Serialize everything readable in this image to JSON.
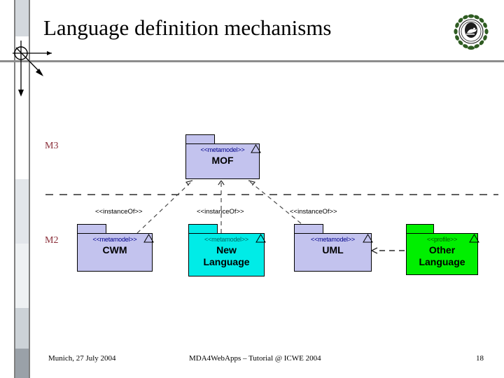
{
  "slide": {
    "title": "Language definition mechanisms",
    "logo_alt": "university-seal"
  },
  "levels": [
    {
      "id": "m3",
      "label": "M3"
    },
    {
      "id": "m2",
      "label": "M2"
    }
  ],
  "packages": [
    {
      "id": "mof",
      "stereotype": "<<metamodel>>",
      "name": "MOF",
      "color": "#c3c3ee",
      "level": "M3"
    },
    {
      "id": "cwm",
      "stereotype": "<<metamodel>>",
      "name": "CWM",
      "color": "#c3c3ee",
      "level": "M2"
    },
    {
      "id": "new-language",
      "stereotype": "<<metamodel>>",
      "name": "New\nLanguage",
      "color": "#00ece7",
      "level": "M2"
    },
    {
      "id": "uml",
      "stereotype": "<<metamodel>>",
      "name": "UML",
      "color": "#c3c3ee",
      "level": "M2"
    },
    {
      "id": "other-language",
      "stereotype": "<<profile>>",
      "name": "Other\nLanguage",
      "color": "#00ef00",
      "level": "M2"
    }
  ],
  "relations": [
    {
      "id": "cwm-to-mof",
      "label": "<<instanceOf>>",
      "from": "cwm",
      "to": "mof"
    },
    {
      "id": "newlang-to-mof",
      "label": "<<instanceOf>>",
      "from": "new-language",
      "to": "mof"
    },
    {
      "id": "uml-to-mof",
      "label": "<<instanceOf>>",
      "from": "uml",
      "to": "mof"
    },
    {
      "id": "otherlang-to-uml",
      "label": "",
      "from": "other-language",
      "to": "uml"
    }
  ],
  "footer": {
    "left": "Munich, 27 July 2004",
    "center": "MDA4WebApps – Tutorial @ ICWE 2004",
    "page": "18"
  },
  "colors": {
    "rule": "#8c8c8c",
    "level_text": "#8b2f3a",
    "stereotype_text": "#00008b",
    "lavender": "#c3c3ee",
    "cyan": "#00ece7",
    "green": "#00ef00"
  }
}
